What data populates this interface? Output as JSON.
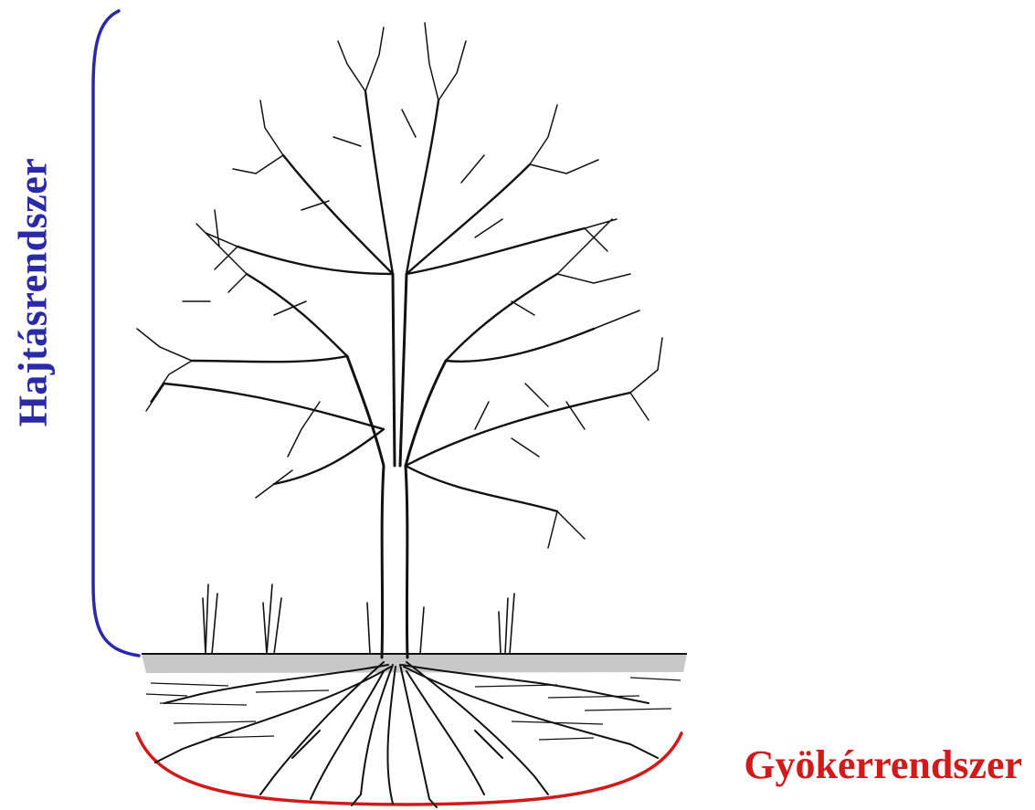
{
  "labels": {
    "shoot_system": "Hajtásrendszer",
    "root_system": "Gyökérrendszer"
  },
  "colors": {
    "shoot_system": "#2a2aa8",
    "root_system": "#d11a1a",
    "ink": "#111111",
    "ground": "#c8c8c8"
  },
  "icons": {
    "illustration": "tree-with-roots-drawing"
  }
}
